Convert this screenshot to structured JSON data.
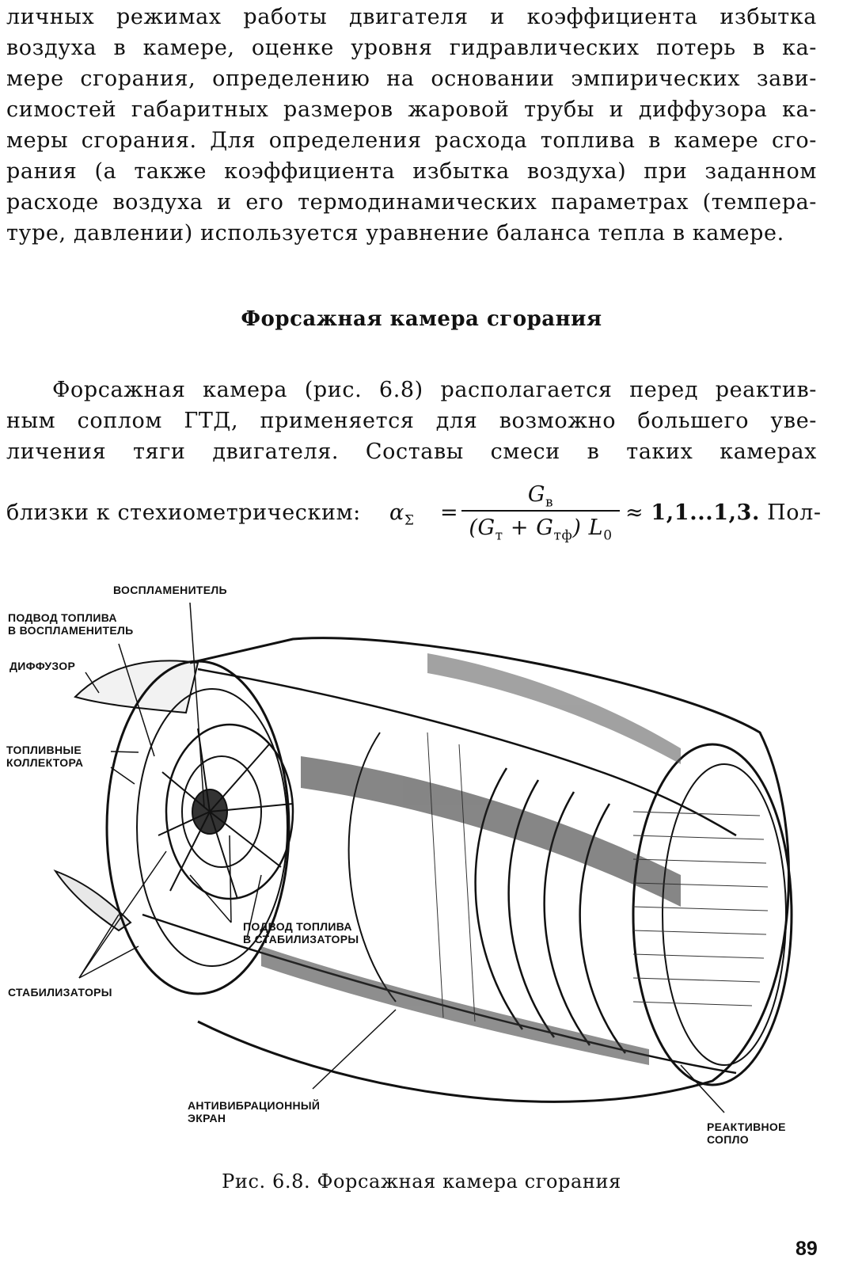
{
  "intro_lines": [
    "личных режимах работы двигателя и коэффициента избытка",
    "воздуха в камере, оценке уровня гидравлических потерь в ка-",
    "мере сгорания, определению на основании эмпирических зави-",
    "симостей габаритных размеров жаровой трубы и диффузора ка-",
    "меры сгорания. Для определения расхода топлива в камере сго-",
    "рания (а также коэффициента избытка воздуха) при заданном",
    "расходе воздуха и его термодинамических параметрах (темпера-",
    "туре, давлении) используется уравнение баланса тепла в камере."
  ],
  "section_title": "Форсажная камера сгорания",
  "section_lines": [
    "Форсажная камера (рис. 6.8) располагается перед реактив-",
    "ным соплом ГТД, применяется для возможно большего уве-",
    "личения тяги двигателя. Составы смеси в таких камерах"
  ],
  "formula": {
    "prefix": "близки к стехиометрическим:",
    "lhs": "α",
    "lhs_sub": "Σ",
    "eq": "=",
    "numerator": "G",
    "numerator_sub": "в",
    "den_open": "(G",
    "den_sub1": "т",
    "den_plus": " + G",
    "den_sub2": "тф",
    "den_close": ") L",
    "den_sub3": "0",
    "approx": "≈",
    "range": "1,1...1,3.",
    "suffix": "Пол-"
  },
  "figure_labels": {
    "igniter": "ВОСПЛАМЕНИТЕЛЬ",
    "fuel_to_igniter": "ПОДВОД ТОПЛИВА\nВ ВОСПЛАМЕНИТЕЛЬ",
    "diffuser": "ДИФФУЗОР",
    "fuel_manifolds": "ТОПЛИВНЫЕ\nКОЛЛЕКТОРА",
    "fuel_to_stabilizers": "ПОДВОД ТОПЛИВА\nВ СТАБИЛИЗАТОРЫ",
    "stabilizers": "СТАБИЛИЗАТОРЫ",
    "anti_vibration_screen": "АНТИВИБРАЦИОННЫЙ\nЭКРАН",
    "jet_nozzle": "РЕАКТИВНОЕ\nСОПЛО"
  },
  "caption": "Рис. 6.8. Форсажная камера сгорания",
  "page_number": "89"
}
